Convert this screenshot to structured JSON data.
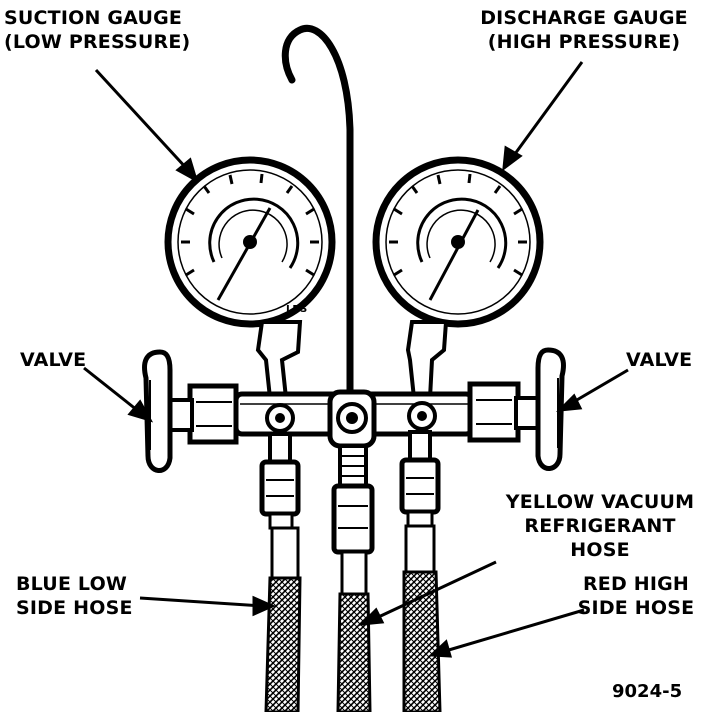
{
  "labels": {
    "suction_gauge": [
      "SUCTION GAUGE",
      "(LOW PRESSURE)"
    ],
    "discharge_gauge": [
      "DISCHARGE GAUGE",
      "(HIGH PRESSURE)"
    ],
    "valve_left": "VALVE",
    "valve_right": "VALVE",
    "yellow_hose": [
      "YELLOW VACUUM",
      "REFRIGERANT",
      "HOSE"
    ],
    "blue_hose": [
      "BLUE LOW",
      "SIDE HOSE"
    ],
    "red_hose": [
      "RED HIGH",
      "SIDE HOSE"
    ],
    "figure_number": "9024-5"
  },
  "colors": {
    "ink": "#000000",
    "paper": "#ffffff"
  }
}
